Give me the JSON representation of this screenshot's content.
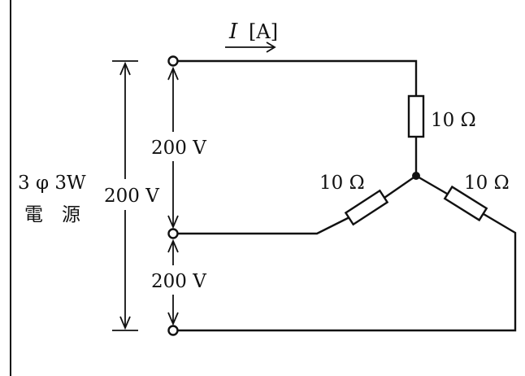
{
  "current_label": {
    "symbol": "I",
    "unit": "[A]"
  },
  "source": {
    "line1": "3 φ 3W",
    "line2": "電　源"
  },
  "voltages": {
    "top": "200 V",
    "total": "200 V",
    "bottom": "200 V"
  },
  "resistors": {
    "top": "10 Ω",
    "left": "10 Ω",
    "right": "10 Ω"
  },
  "colors": {
    "line": "#111111",
    "background": "#ffffff"
  }
}
